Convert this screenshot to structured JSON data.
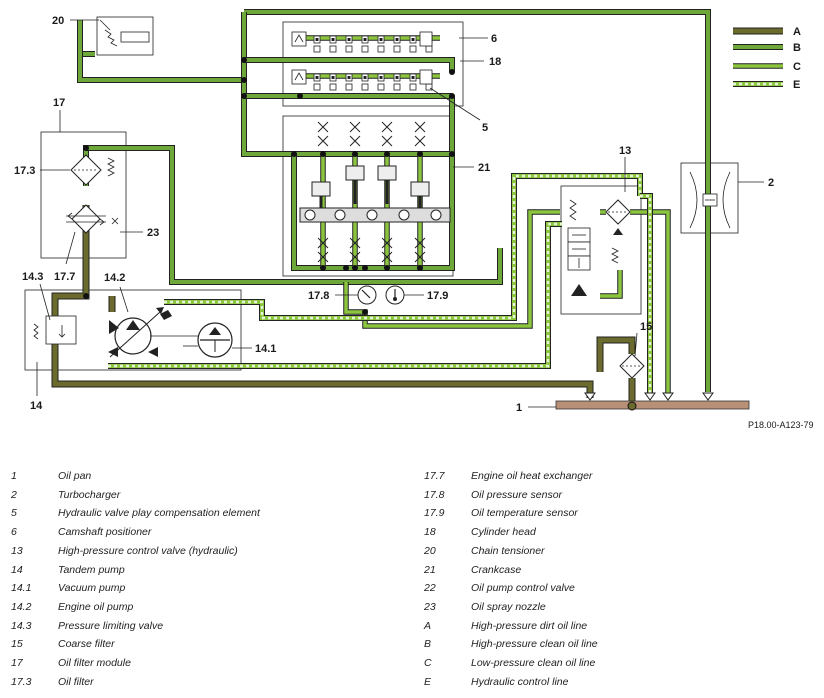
{
  "diagram": {
    "labels": {
      "l20": "20",
      "l6": "6",
      "l18": "18",
      "l17": "17",
      "l17_3": "17.3",
      "l5": "5",
      "l21": "21",
      "l13": "13",
      "l2": "2",
      "l23": "23",
      "l17_7": "17.7",
      "l14_3": "14.3",
      "l14_2": "14.2",
      "l17_8": "17.8",
      "l17_9": "17.9",
      "l14_1": "14.1",
      "l15": "15",
      "l14": "14",
      "l1": "1"
    },
    "line_key": [
      {
        "letter": "A",
        "style": "dirt"
      },
      {
        "letter": "B",
        "style": "highclean"
      },
      {
        "letter": "C",
        "style": "lowclean"
      },
      {
        "letter": "E",
        "style": "control"
      }
    ],
    "reference": "P18.00-A123-79",
    "colors": {
      "dirt": "#6b6b2e",
      "highclean": "#6ea83a",
      "lowclean": "#8cc63f",
      "dashes": "#e8f2d8",
      "oilpan": "#b89078"
    }
  },
  "legend": {
    "left": [
      {
        "num": "1",
        "text": "Oil pan"
      },
      {
        "num": "2",
        "text": "Turbocharger"
      },
      {
        "num": "5",
        "text": "Hydraulic valve play compensation element"
      },
      {
        "num": "6",
        "text": "Camshaft positioner"
      },
      {
        "num": "13",
        "text": "High-pressure control valve (hydraulic)"
      },
      {
        "num": "14",
        "text": "Tandem pump"
      },
      {
        "num": "14.1",
        "text": "Vacuum pump"
      },
      {
        "num": "14.2",
        "text": "Engine oil pump"
      },
      {
        "num": "14.3",
        "text": "Pressure limiting valve"
      },
      {
        "num": "15",
        "text": "Coarse filter"
      },
      {
        "num": "17",
        "text": "Oil filter module"
      },
      {
        "num": "17.3",
        "text": "Oil filter"
      }
    ],
    "right": [
      {
        "num": "17.7",
        "text": "Engine oil heat exchanger"
      },
      {
        "num": "17.8",
        "text": "Oil pressure sensor"
      },
      {
        "num": "17.9",
        "text": "Oil temperature sensor"
      },
      {
        "num": "18",
        "text": "Cylinder head"
      },
      {
        "num": "20",
        "text": "Chain tensioner"
      },
      {
        "num": "21",
        "text": "Crankcase"
      },
      {
        "num": "22",
        "text": "Oil pump control valve"
      },
      {
        "num": "23",
        "text": "Oil spray nozzle"
      },
      {
        "num": "A",
        "text": "High-pressure dirt oil line"
      },
      {
        "num": "B",
        "text": "High-pressure clean oil line"
      },
      {
        "num": "C",
        "text": "Low-pressure clean oil line"
      },
      {
        "num": "E",
        "text": "Hydraulic control line"
      }
    ]
  }
}
